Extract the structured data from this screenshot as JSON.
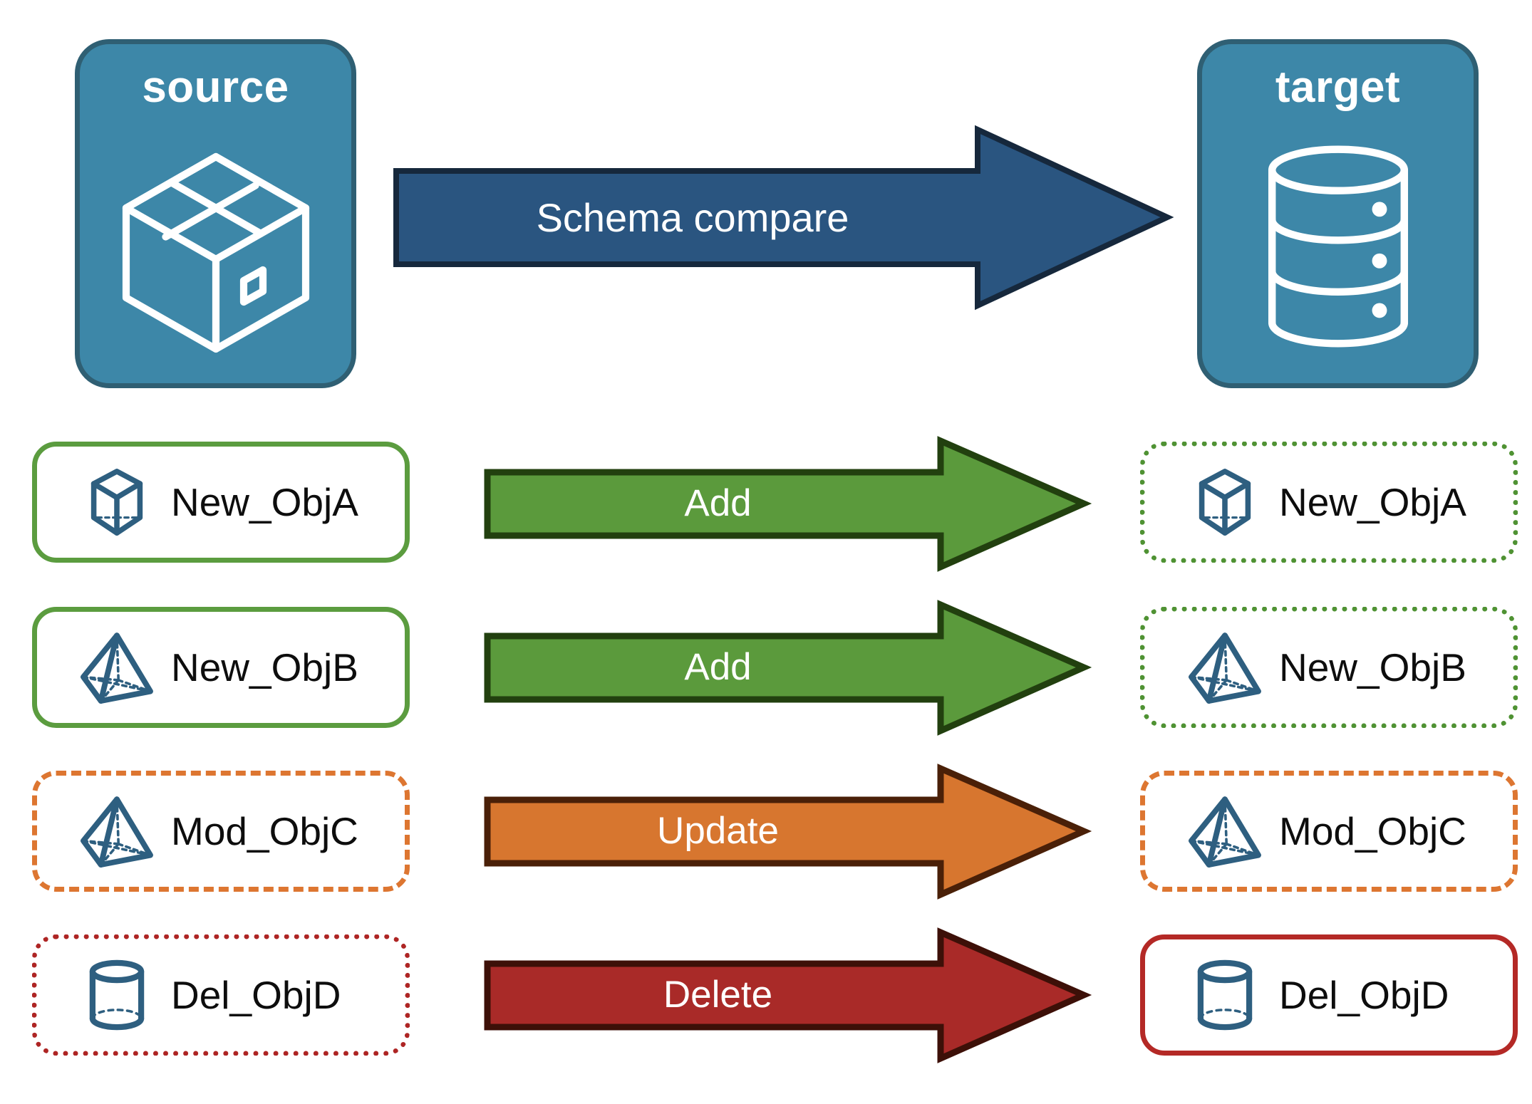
{
  "diagram": {
    "title": "Schema compare",
    "background": "#ffffff"
  },
  "endpoints": [
    {
      "id": "source",
      "label": "source",
      "icon": "package-box-icon",
      "fill": "#3d87a8",
      "stroke": "#2f5f73"
    },
    {
      "id": "target",
      "label": "target",
      "icon": "database-cylinder-icon",
      "fill": "#3d87a8",
      "stroke": "#2f5f73"
    }
  ],
  "main_arrow": {
    "label": "Schema compare",
    "fill": "#2a5580",
    "stroke": "#16283c",
    "label_color": "#ffffff"
  },
  "rows": [
    {
      "action": "Add",
      "arrow_fill": "#5b9a3c",
      "arrow_stroke": "#22400f",
      "source": {
        "label": "New_ObjA",
        "icon": "wireframe-cube-icon",
        "border_color": "#5b9c3f",
        "border_style": "solid"
      },
      "target": {
        "label": "New_ObjA",
        "icon": "wireframe-cube-icon",
        "border_color": "#4f9233",
        "border_style": "dotted"
      }
    },
    {
      "action": "Add",
      "arrow_fill": "#5b9a3c",
      "arrow_stroke": "#22400f",
      "source": {
        "label": "New_ObjB",
        "icon": "wireframe-pyramid-icon",
        "border_color": "#5b9c3f",
        "border_style": "solid"
      },
      "target": {
        "label": "New_ObjB",
        "icon": "wireframe-pyramid-icon",
        "border_color": "#4f9233",
        "border_style": "dotted"
      }
    },
    {
      "action": "Update",
      "arrow_fill": "#d7762f",
      "arrow_stroke": "#4a2008",
      "source": {
        "label": "Mod_ObjC",
        "icon": "wireframe-pyramid-icon",
        "border_color": "#dd7631",
        "border_style": "dashed"
      },
      "target": {
        "label": "Mod_ObjC",
        "icon": "wireframe-pyramid-icon",
        "border_color": "#dd7631",
        "border_style": "dashed"
      }
    },
    {
      "action": "Delete",
      "arrow_fill": "#a92a28",
      "arrow_stroke": "#3d1008",
      "source": {
        "label": "Del_ObjD",
        "icon": "wireframe-cylinder-icon",
        "border_color": "#ae2524",
        "border_style": "dotted"
      },
      "target": {
        "label": "Del_ObjD",
        "icon": "wireframe-cylinder-icon",
        "border_color": "#b42926",
        "border_style": "solid"
      }
    }
  ],
  "palette": {
    "icon_blue": "#2e5f80",
    "panel_teal": "#3d87a8",
    "panel_stroke": "#2f5f73",
    "add_green": "#5b9a3c",
    "update_orange": "#d7762f",
    "delete_red": "#a92a28",
    "text_dark": "#0d0d0d",
    "text_light": "#ffffff"
  }
}
